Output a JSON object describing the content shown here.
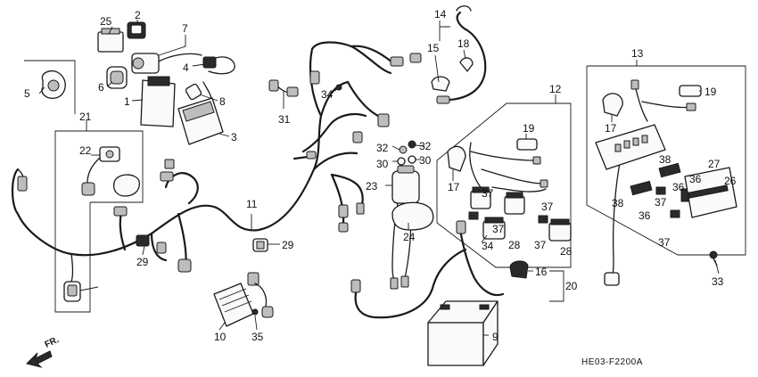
{
  "diagram_code": "HE03-F2200A",
  "front_arrow_label": "FR.",
  "callouts": {
    "n1": "1",
    "n2": "2",
    "n3": "3",
    "n4": "4",
    "n5": "5",
    "n6": "6",
    "n7": "7",
    "n8": "8",
    "n9": "9",
    "n10": "10",
    "n11": "11",
    "n12": "12",
    "n13": "13",
    "n14": "14",
    "n15": "15",
    "n16": "16",
    "n17a": "17",
    "n17b": "17",
    "n18": "18",
    "n19a": "19",
    "n19b": "19",
    "n20": "20",
    "n21": "21",
    "n22": "22",
    "n23": "23",
    "n24": "24",
    "n25": "25",
    "n26": "26",
    "n27": "27",
    "n28a": "28",
    "n28b": "28",
    "n29a": "29",
    "n29b": "29",
    "n30a": "30",
    "n30b": "30",
    "n31": "31",
    "n32a": "32",
    "n32b": "32",
    "n33": "33",
    "n34a": "34",
    "n34b": "34",
    "n35": "35",
    "n36a": "36",
    "n36b": "36",
    "n36c": "36",
    "n37a": "37",
    "n37b": "37",
    "n37c": "37",
    "n37d": "37",
    "n37e": "37",
    "n37f": "37",
    "n38a": "38",
    "n38b": "38"
  }
}
